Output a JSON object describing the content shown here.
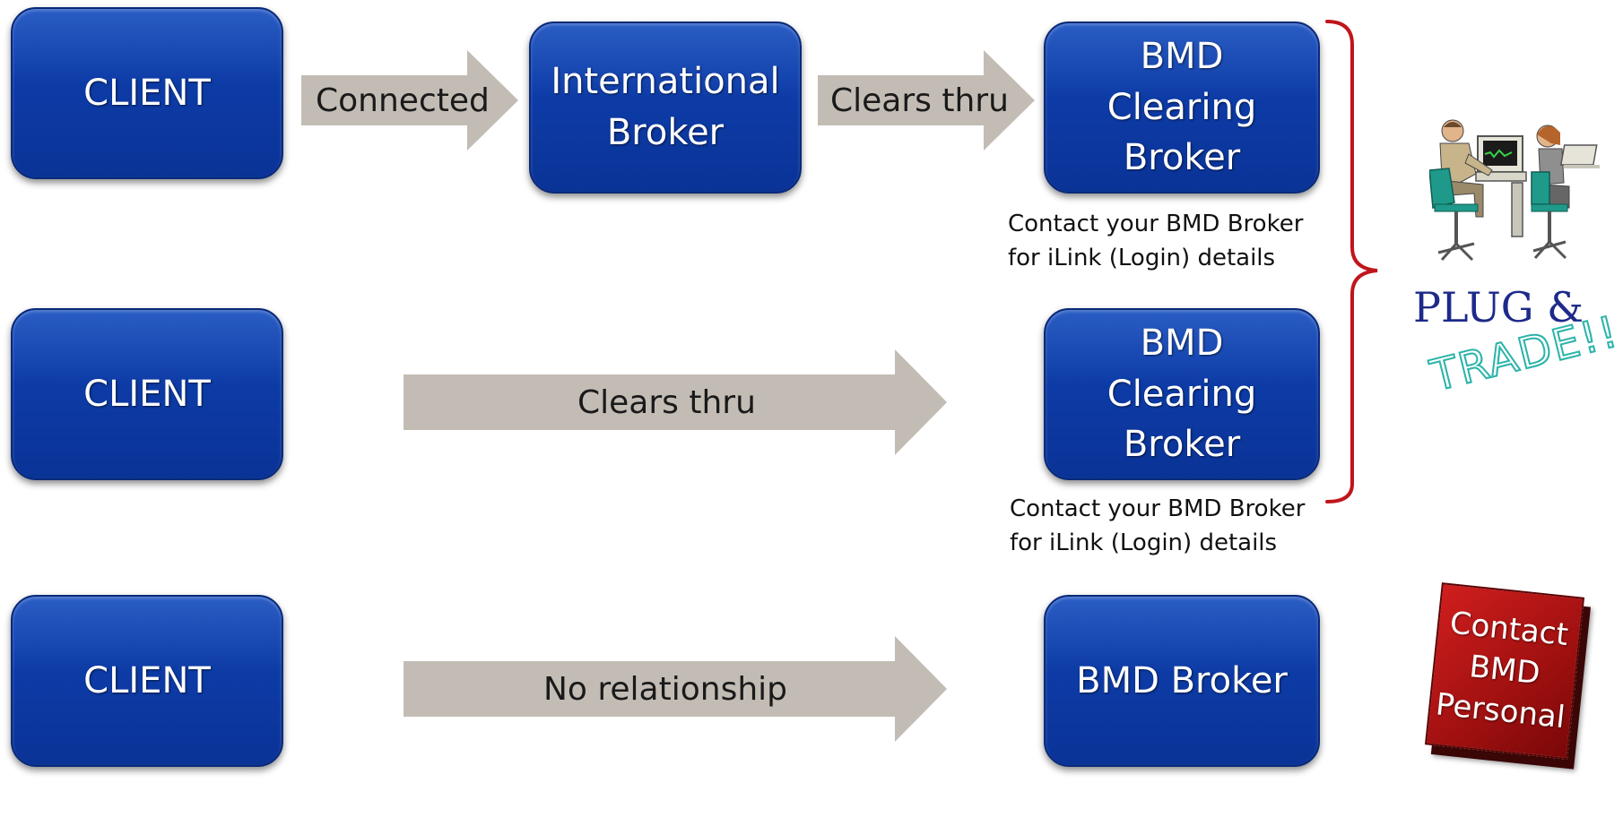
{
  "rows": [
    {
      "client": "CLIENT",
      "arrow1": "Connected",
      "middle": "International\nBroker",
      "arrow2": "Clears thru",
      "target": "BMD\nClearing\nBroker",
      "note": "Contact your BMD Broker\nfor iLink (Login) details"
    },
    {
      "client": "CLIENT",
      "arrow": "Clears thru",
      "target": "BMD\nClearing\nBroker",
      "note": "Contact your BMD Broker\nfor iLink (Login) details"
    },
    {
      "client": "CLIENT",
      "arrow": "No relationship",
      "target": "BMD Broker"
    }
  ],
  "plug_trade": {
    "line1": "PLUG &",
    "line2": "TRADE!!"
  },
  "contact_sign": "Contact\nBMD\nPersonal",
  "colors": {
    "box_blue": "#0d3ba6",
    "arrow_gray": "#c3bcb5",
    "bracket_red": "#c0161b",
    "plug_navy": "#1d2a8a",
    "trade_teal": "#2bb3aa",
    "sign_red": "#b01414"
  },
  "icons": [
    "office-workers-illustration"
  ]
}
